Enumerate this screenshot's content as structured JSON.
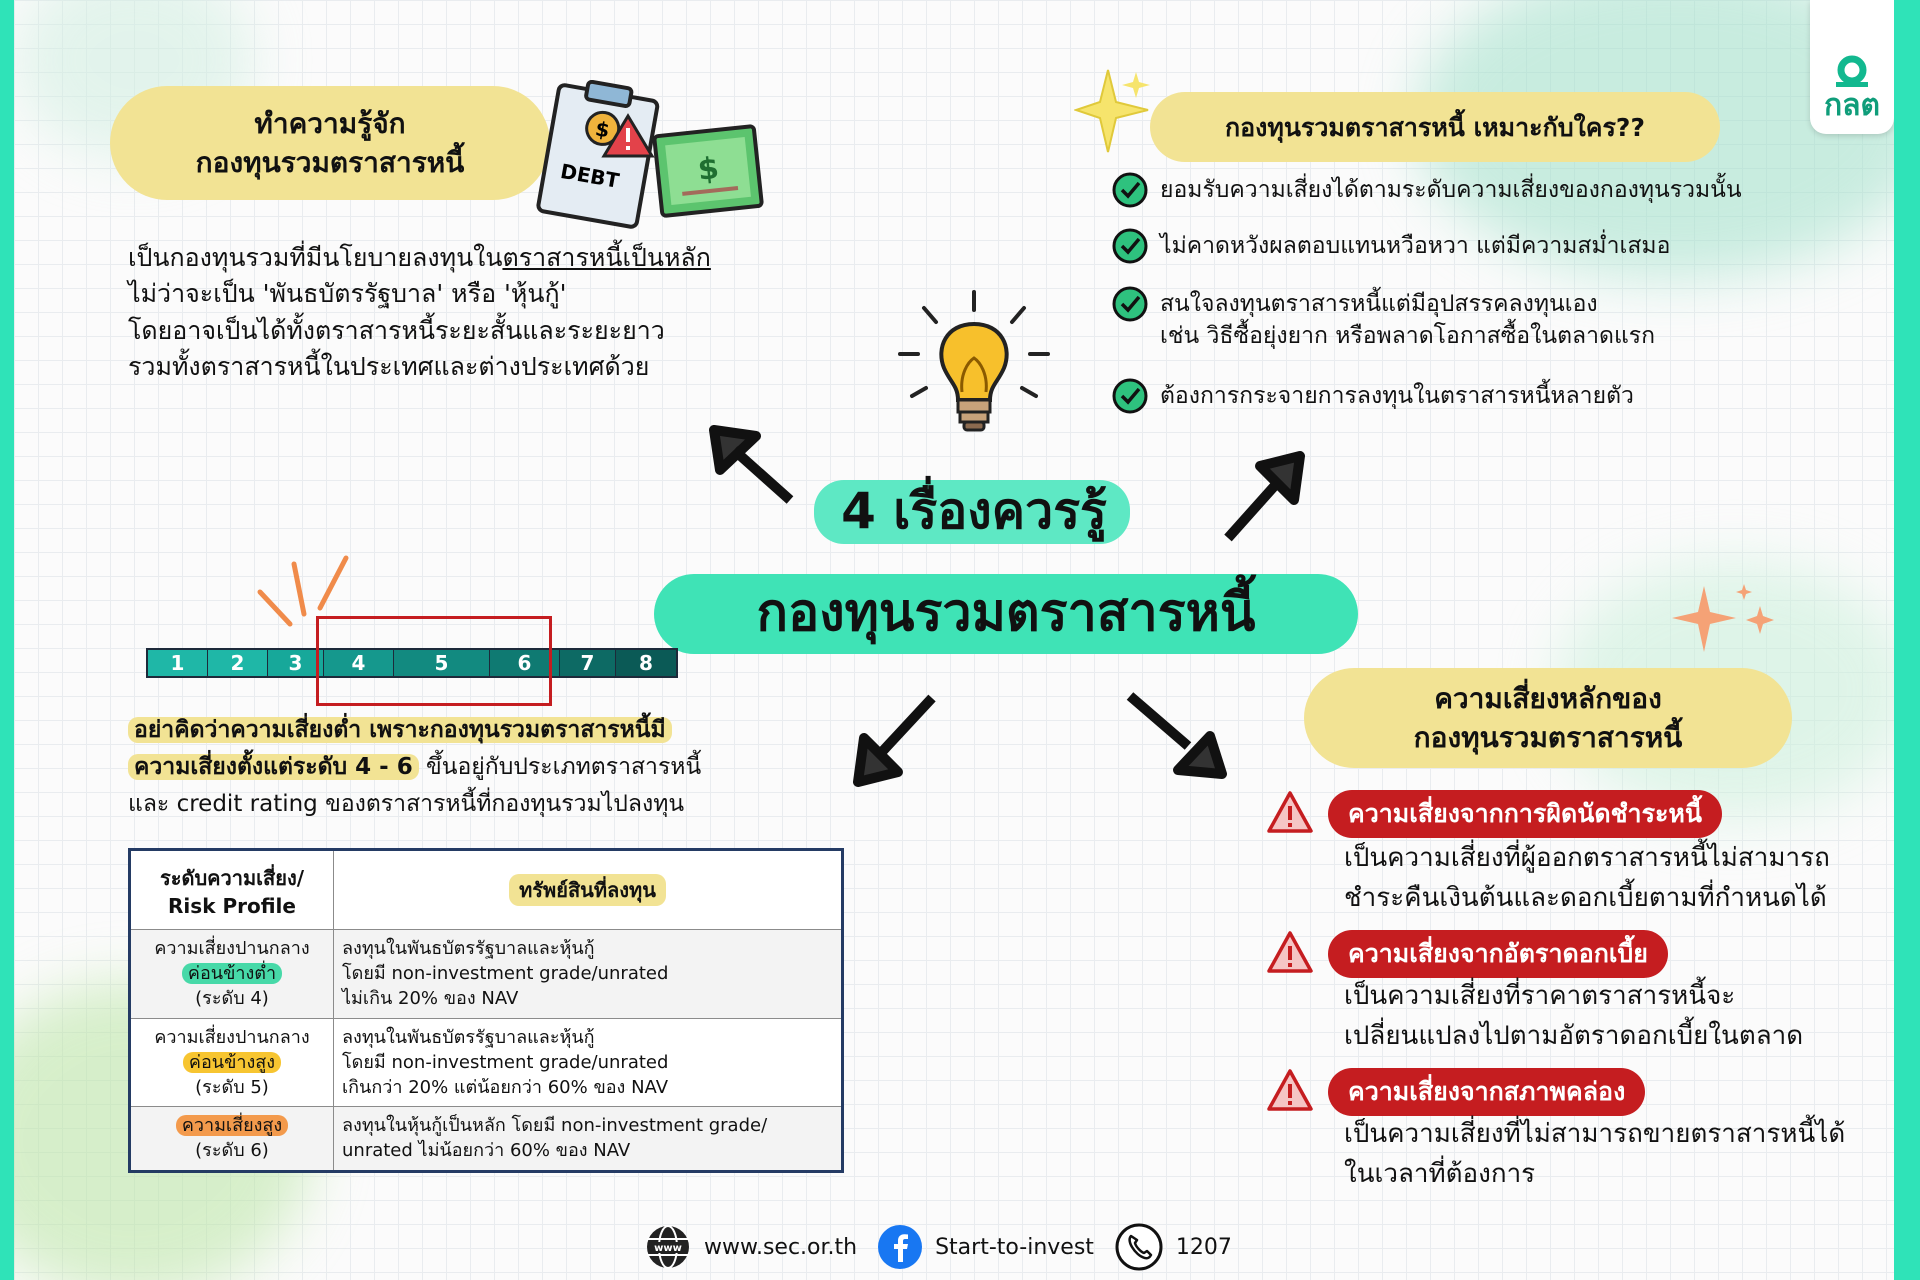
{
  "logo": {
    "text": "กลต",
    "name": "sec-logo"
  },
  "intro": {
    "title_line1": "ทำความรู้จัก",
    "title_line2": "กองทุนรวมตราสารหนี้",
    "debt_label": "DEBT",
    "lines": [
      "เป็นกองทุนรวมที่มีนโยบายลงทุนใน",
      "ตราสารหนี้เป็นหลัก",
      "ไม่ว่าจะเป็น 'พันธบัตรรัฐบาล' หรือ 'หุ้นกู้'",
      "โดยอาจเป็นได้ทั้งตราสารหนี้ระยะสั้นและระยะยาว",
      "รวมทั้งตราสารหนี้ในประเทศและต่างประเทศด้วย"
    ]
  },
  "suitability": {
    "title": "กองทุนรวมตราสารหนี้ เหมาะกับใคร??",
    "items": [
      "ยอมรับความเสี่ยงได้ตามระดับความเสี่ยงของกองทุนรวมนั้น",
      "ไม่คาดหวังผลตอบแทนหวือหวา  แต่มีความสม่ำเสมอ",
      "สนใจลงทุนตราสารหนี้แต่มีอุปสรรคลงทุนเอง",
      "เช่น วิธีซื้อยุ่งยาก  หรือพลาดโอกาสซื้อในตลาดแรก",
      "ต้องการกระจายการลงทุนในตราสารหนี้หลายตัว"
    ]
  },
  "center": {
    "line1": "4 เรื่องควรรู้",
    "line2": "กองทุนรวมตราสารหนี้"
  },
  "risk_scale": {
    "levels": [
      "1",
      "2",
      "3",
      "4",
      "5",
      "6",
      "7",
      "8"
    ],
    "highlight": [
      4,
      6
    ]
  },
  "risk_note": {
    "line1": "อย่าคิดว่าความเสี่ยงต่ำ เพราะกองทุนรวมตราสารหนี้มี",
    "line2_hl": "ความเสี่ยงตั้งแต่ระดับ 4 - 6",
    "line2_rest": " ขึ้นอยู่กับประเภทตราสารหนี้",
    "line3": "และ credit rating ของตราสารหนี้ที่กองทุนรวมไปลงทุน"
  },
  "table": {
    "col1_line1": "ระดับความเสี่ยง/",
    "col1_line2": "Risk Profile",
    "col2": "ทรัพย์สินที่ลงทุน",
    "rows": [
      {
        "l1": "ความเสี่ยงปานกลาง",
        "l2": "ค่อนข้างต่ำ",
        "l3": "(ระดับ 4)",
        "hl_color": "#47d9a8",
        "a1": "ลงทุนในพันธบัตรรัฐบาลและหุ้นกู้",
        "a2": "โดยมี non-investment grade/unrated",
        "a3": "ไม่เกิน 20% ของ NAV"
      },
      {
        "l1": "ความเสี่ยงปานกลาง",
        "l2": "ค่อนข้างสูง",
        "l3": "(ระดับ 5)",
        "hl_color": "#f7c531",
        "a1": "ลงทุนในพันธบัตรรัฐบาลและหุ้นกู้",
        "a2": "โดยมี non-investment grade/unrated",
        "a3": "เกินกว่า 20% แต่น้อยกว่า 60% ของ NAV"
      },
      {
        "l1": "",
        "l2": "ความเสี่ยงสูง",
        "l3": "(ระดับ 6)",
        "hl_color": "#f39a4c",
        "a1": "ลงทุนในหุ้นกู้เป็นหลัก โดยมี non-investment grade/",
        "a2": "unrated ไม่น้อยกว่า 60% ของ NAV",
        "a3": ""
      }
    ]
  },
  "main_risks": {
    "title_line1": "ความเสี่ยงหลักของ",
    "title_line2": "กองทุนรวมตราสารหนี้",
    "items": [
      {
        "tag": "ความเสี่ยงจากการผิดนัดชำระหนี้",
        "d1": "เป็นความเสี่ยงที่ผู้ออกตราสารหนี้ไม่สามารถ",
        "d2": "ชำระคืนเงินต้นและดอกเบี้ยตามที่กำหนดได้"
      },
      {
        "tag": "ความเสี่ยงจากอัตราดอกเบี้ย",
        "d1": "เป็นความเสี่ยงที่ราคาตราสารหนี้จะ",
        "d2": "เปลี่ยนแปลงไปตามอัตราดอกเบี้ยในตลาด"
      },
      {
        "tag": "ความเสี่ยงจากสภาพคล่อง",
        "d1": "เป็นความเสี่ยงที่ไม่สามารถขายตราสารหนี้ได้",
        "d2": "ในเวลาที่ต้องการ"
      }
    ]
  },
  "footer": {
    "website": "www.sec.or.th",
    "www_label": "www",
    "facebook": "Start-to-invest",
    "phone": "1207"
  },
  "colors": {
    "accent_green": "#2fe3b8",
    "pill_yellow": "#f2e394",
    "risk_red": "#c51d20",
    "scale_teal": "#1fb7a7",
    "scale_dark": "#0d4d52",
    "table_border": "#243b64"
  }
}
